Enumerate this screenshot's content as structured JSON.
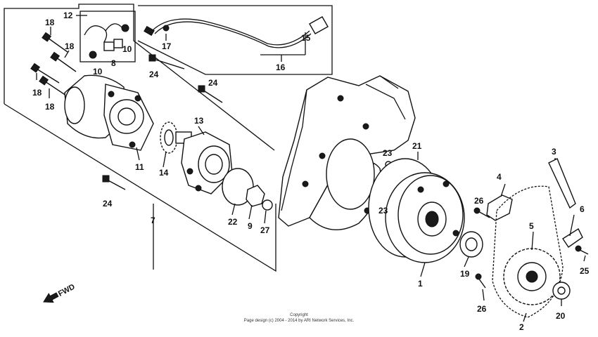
{
  "diagram": {
    "labels": [
      "1",
      "2",
      "3",
      "4",
      "5",
      "6",
      "7",
      "8",
      "9",
      "10",
      "10",
      "11",
      "12",
      "13",
      "14",
      "15",
      "16",
      "17",
      "18",
      "18",
      "18",
      "18",
      "19",
      "20",
      "21",
      "22",
      "23",
      "23",
      "24",
      "24",
      "24",
      "25",
      "26",
      "26",
      "27"
    ],
    "direction_label": "FWD",
    "copyright_line1": "Copyright",
    "copyright_line2": "Page design (c) 2004 - 2014 by ARI Network Services, Inc."
  }
}
